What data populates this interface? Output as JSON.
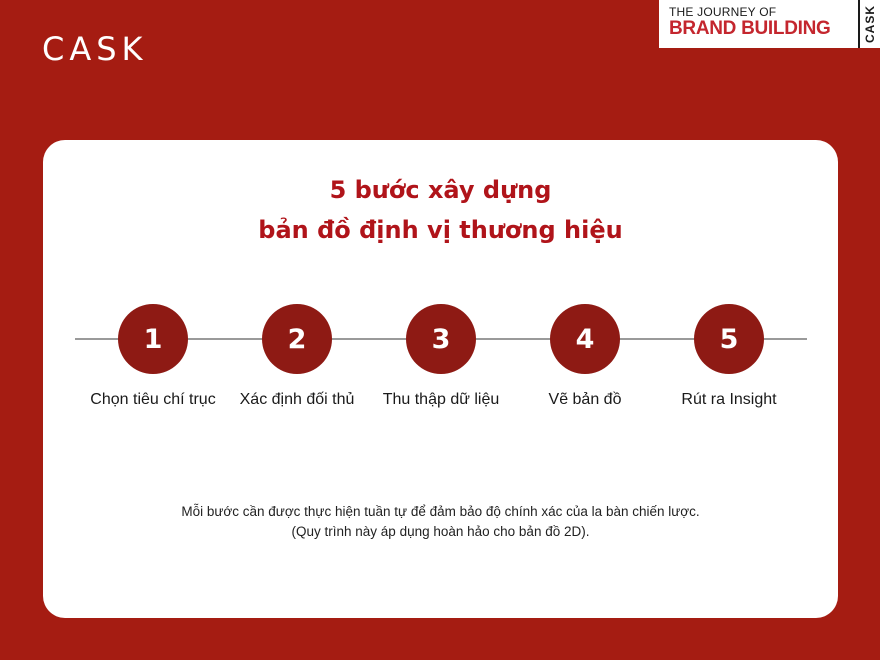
{
  "brand": {
    "logo_text": "CASK"
  },
  "badge": {
    "line1": "THE JOURNEY OF",
    "line2": "BRAND BUILDING",
    "side_text": "CASK"
  },
  "title": {
    "line1": "5 bước xây dựng",
    "line2": "bản đồ định vị thương hiệu"
  },
  "steps": [
    {
      "number": "1",
      "label": "Chọn tiêu chí trục"
    },
    {
      "number": "2",
      "label": "Xác định đối thủ"
    },
    {
      "number": "3",
      "label": "Thu thập dữ liệu"
    },
    {
      "number": "4",
      "label": "Vẽ bản đồ"
    },
    {
      "number": "5",
      "label": "Rút ra Insight"
    }
  ],
  "note": {
    "line1": "Mỗi bước cần được thực hiện tuần tự để đảm bảo độ chính xác của la bàn chiến lược.",
    "line2": "(Quy trình này áp dụng hoàn hảo cho bản đồ 2D)."
  },
  "colors": {
    "background": "#a51c12",
    "accent": "#b0141a",
    "circle": "#8e1a14",
    "badge_red": "#c4262e"
  }
}
